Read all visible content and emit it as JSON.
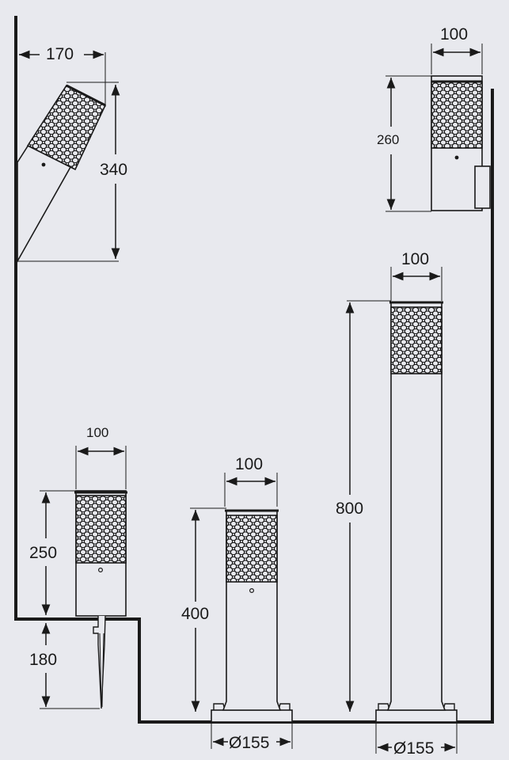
{
  "labels": {
    "wall_width": "170",
    "wall_height": "340",
    "wall_front_width": "100",
    "wall_front_height": "260",
    "tall_width": "100",
    "tall_height": "800",
    "tall_base": "Ø155",
    "spike_width": "100",
    "spike_height": "250",
    "spike_depth": "180",
    "mid_width": "100",
    "mid_height": "400",
    "mid_base": "Ø155"
  },
  "colors": {
    "background": "#e8e9ee",
    "line": "#1a1a1a",
    "lamp_body": "#e8e9ee"
  }
}
